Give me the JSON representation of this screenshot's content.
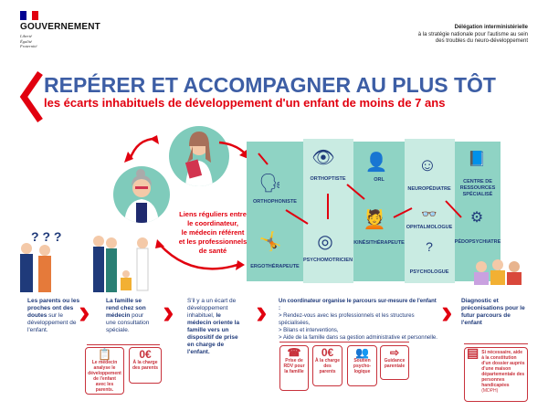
{
  "header": {
    "logo": "GOUVERNEMENT",
    "motto": [
      "Liberté",
      "Égalité",
      "Fraternité"
    ],
    "delegation": [
      "Délégation interministérielle",
      "à la stratégie nationale pour l'autisme au sein",
      "des troubles du neuro-développement"
    ]
  },
  "title": "REPÉRER ET ACCOMPAGNER AU PLUS TÔT",
  "subtitle": "les écarts inhabituels de développement d'un enfant de moins de 7 ans",
  "links_caption": [
    "Liens réguliers entre",
    "le coordinateur,",
    "le médecin référent",
    "et les professionnels",
    "de santé"
  ],
  "professionals": [
    "ORTHOPHONISTE",
    "ERGOTHÉRAPEUTE",
    "ORTHOPTISTE",
    "PSYCHOMOTRICIEN",
    "ORL",
    "KINÉSITHÉRAPEUTE",
    "NEUROPÉDIATRE",
    "OPHTALMOLOGUE",
    "PSYCHOLOGUE",
    "CENTRE DE RESSOURCES SPÉCIALISÉ",
    "PÉDOPSYCHIATRE"
  ],
  "steps": [
    {
      "bold1": "Les parents ou les proches ont des doutes",
      "rest": " sur le développement de l'enfant."
    },
    {
      "bold1": "La famille se rend chez son médecin",
      "rest": " pour une consultation spéciale."
    },
    {
      "pre": "S'il y a un écart de développement inhabituel, ",
      "bold1": "le médecin oriente la famille vers un dispositif de prise en charge de l'enfant."
    },
    {
      "bold1": "Un coordinateur organise le parcours sur-mesure de l'enfant :",
      "items": [
        "> Rendez-vous avec les professionnels et les structures spécialisées,",
        "> Bilans et interventions,",
        "> Aide de la famille dans sa gestion administrative et personnelle."
      ]
    },
    {
      "bold1": "Diagnostic et préconisations pour le futur parcours de l'enfant"
    }
  ],
  "boxes_doctor": [
    "Le médecin analyse le développement de l'enfant avec les parents.",
    "À la charge des parents"
  ],
  "boxes_coord": [
    "Prise de RDV pour la famille",
    "À la charge des parents",
    "Soutien psycho-logique",
    "Guidance parentale"
  ],
  "box_mdph": {
    "text": "Si nécessaire, aide à la constitution d'un dossier auprès d'une maison départementale des personnes handicapées",
    "abbr": "(MDPH)"
  },
  "zero_euro": "0€",
  "colors": {
    "blue": "#3d5ea5",
    "navy": "#1f3a7a",
    "red": "#e1000f",
    "teal": "#8fd3c4",
    "teal_light": "#c9ebe2"
  }
}
